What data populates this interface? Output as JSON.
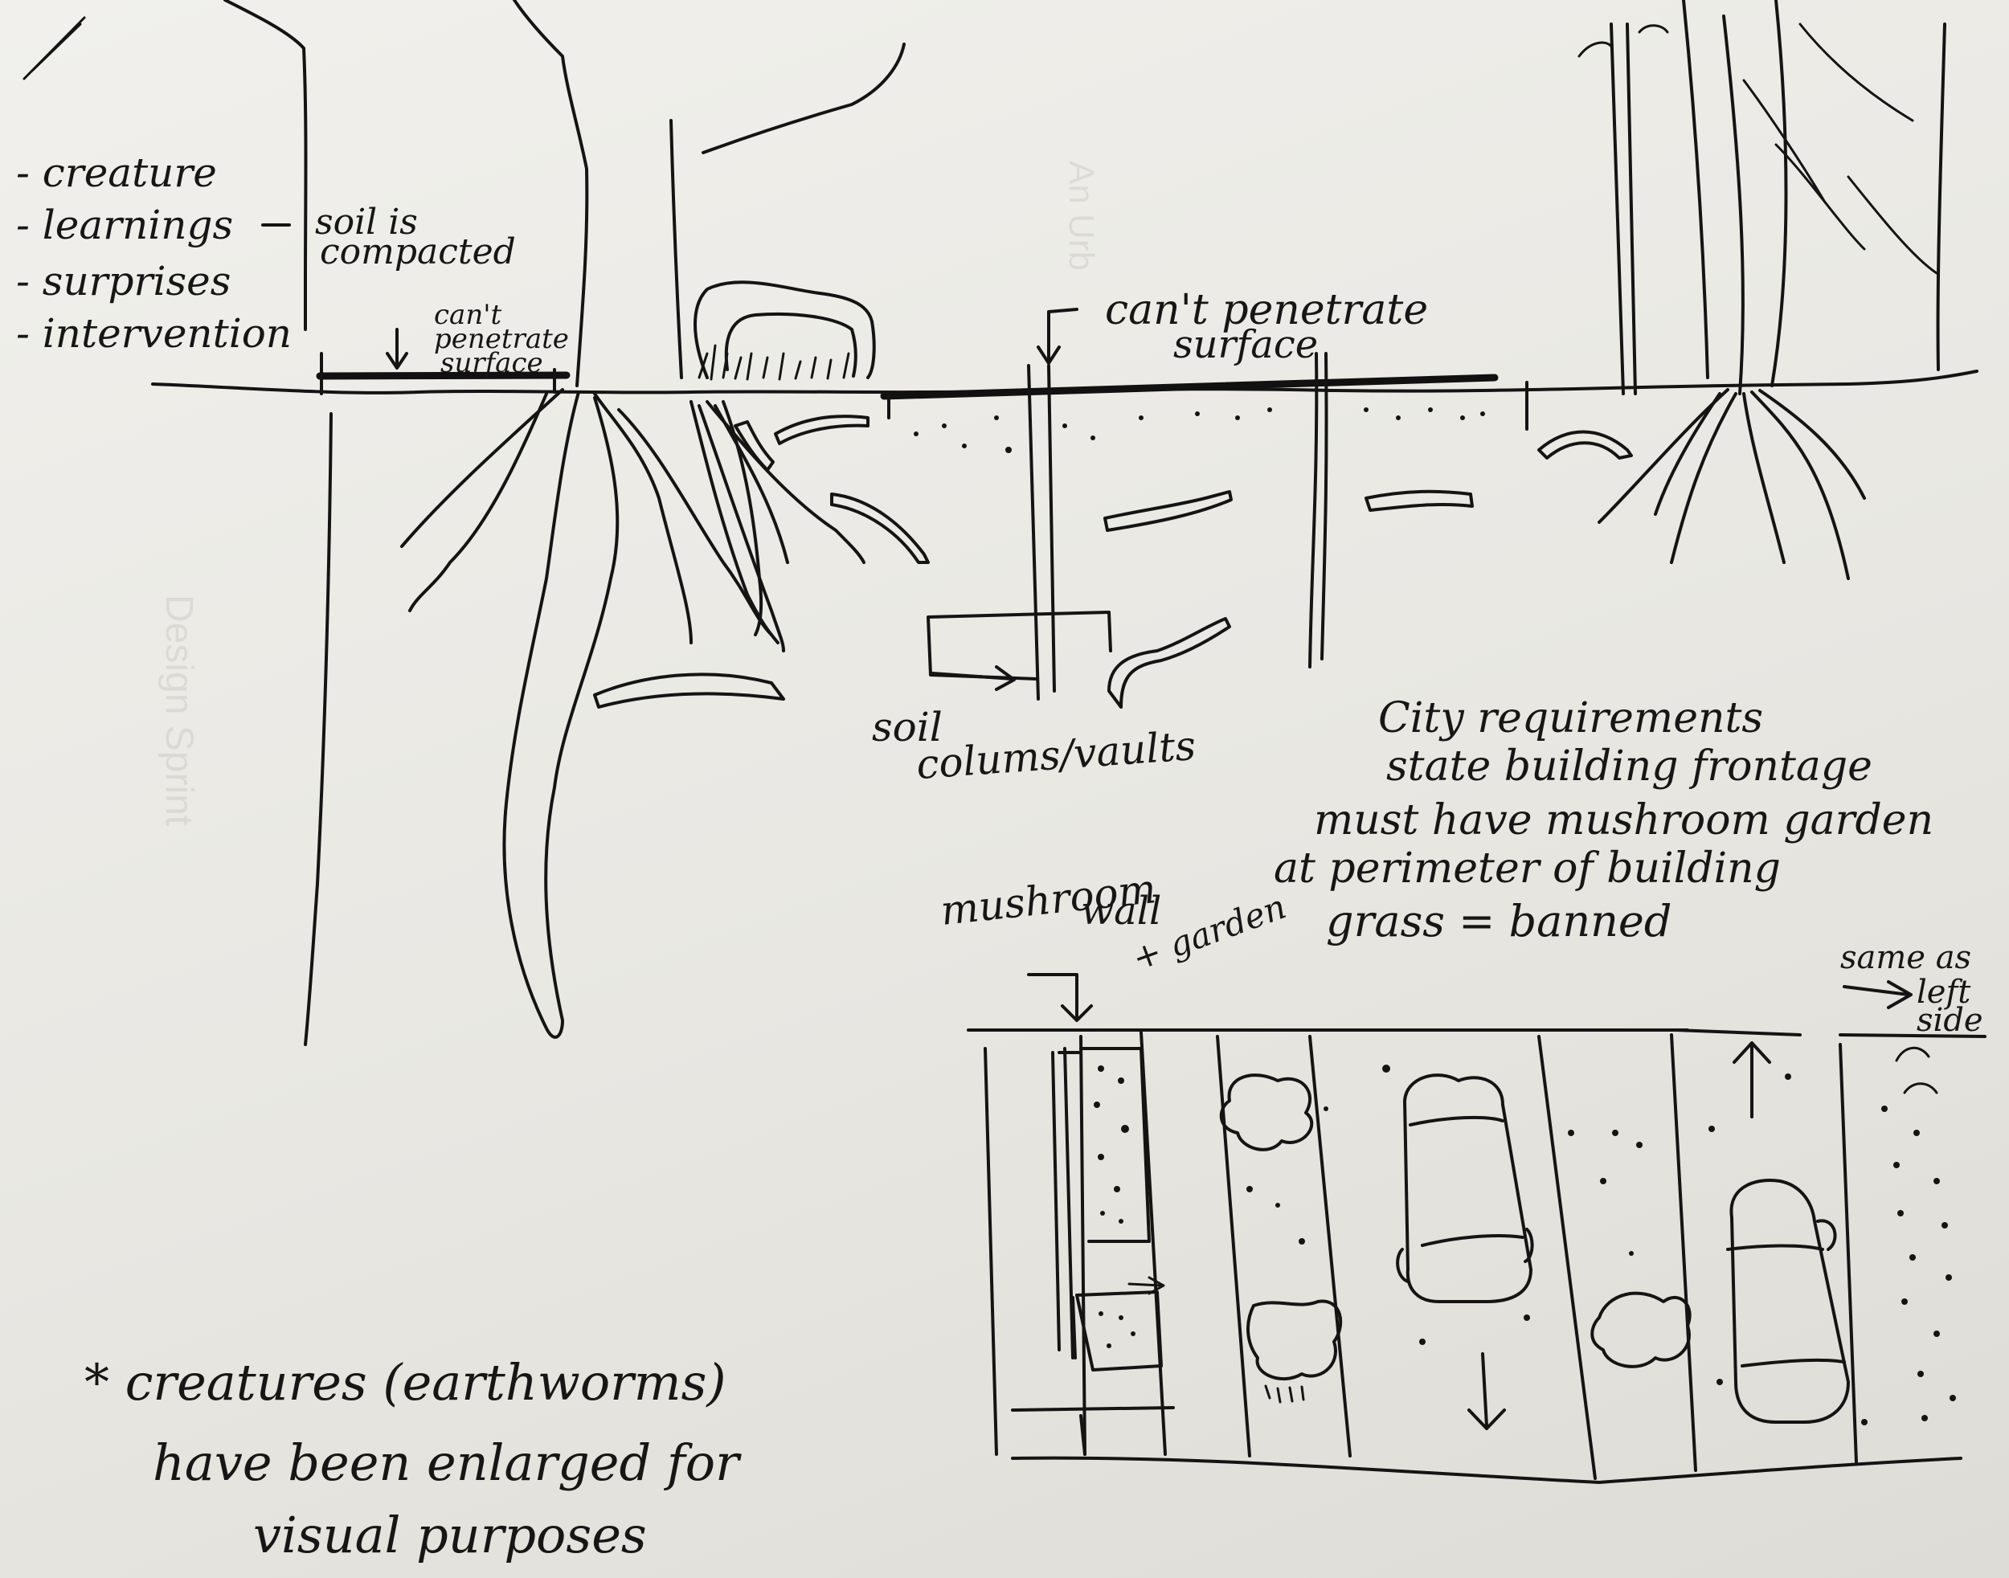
{
  "legend": {
    "items": [
      "- creature",
      "- learnings",
      "- surprises",
      "- intervention"
    ]
  },
  "labels": {
    "soil_compacted_1": "soil is",
    "soil_compacted_2": "compacted",
    "cant_penetrate_small_1": "can't",
    "cant_penetrate_small_2": "penetrate",
    "cant_penetrate_small_3": "surface",
    "cant_penetrate_large_1": "can't penetrate",
    "cant_penetrate_large_2": "surface",
    "soil_columns_1": "soil",
    "soil_columns_2": "colums/vaults",
    "mushroom_1": "mushroom",
    "mushroom_2": "wall",
    "mushroom_3": "+ garden",
    "same_as_1": "same as",
    "same_as_2": "left",
    "same_as_3": "side"
  },
  "city_requirements": {
    "line1": "City requirements",
    "line2": "state building frontage",
    "line3": "must have mushroom garden",
    "line4": "at perimeter of building",
    "line5": "grass = banned"
  },
  "footnote": {
    "line1": "* creatures (earthworms)",
    "line2": "have been enlarged for",
    "line3": "visual purposes"
  },
  "show_through": {
    "heading_1": "An Urb",
    "heading_2": "Design Sprint"
  },
  "colors": {
    "ink": "#141414",
    "paper": "#eeede9"
  }
}
